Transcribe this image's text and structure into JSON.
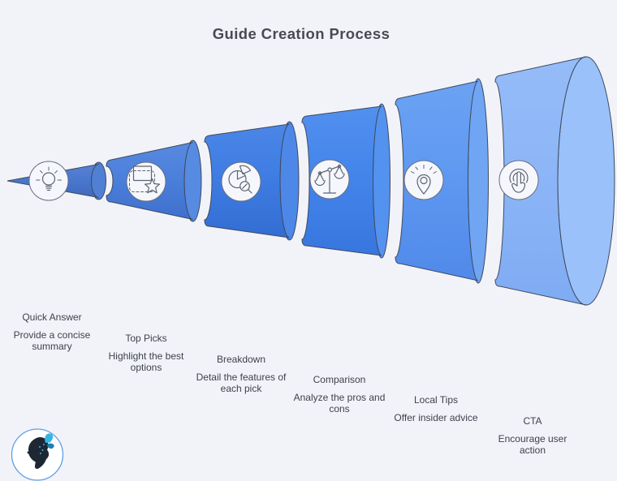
{
  "title": "Guide Creation Process",
  "stages": [
    {
      "name": "Quick Answer",
      "description": "Provide a concise summary",
      "icon": "lightbulb-icon",
      "colors": {
        "top": "#5681d5",
        "mid": "#4b78cf",
        "bottom": "#3e69bd",
        "cap": "#5080d4"
      }
    },
    {
      "name": "Top Picks",
      "description": "Highlight the best options",
      "icon": "shapes-star-icon",
      "colors": {
        "top": "#5889e0",
        "mid": "#4c80db",
        "bottom": "#3e6fcc",
        "cap": "#578ae1"
      }
    },
    {
      "name": "Breakdown",
      "description": "Detail the features of each pick",
      "icon": "pie-chart-magnifier-icon",
      "colors": {
        "top": "#4b86e7",
        "mid": "#3f7de3",
        "bottom": "#336dd2",
        "cap": "#4d88e8"
      }
    },
    {
      "name": "Comparison",
      "description": "Analyze the pros and cons",
      "icon": "balance-scale-icon",
      "colors": {
        "top": "#5290ef",
        "mid": "#4485eb",
        "bottom": "#3776de",
        "cap": "#5492f0"
      }
    },
    {
      "name": "Local Tips",
      "description": "Offer insider advice",
      "icon": "location-pin-icon",
      "colors": {
        "top": "#6ba2f3",
        "mid": "#5f99f1",
        "bottom": "#5089e9",
        "cap": "#70a5f4"
      }
    },
    {
      "name": "CTA",
      "description": "Encourage user action",
      "icon": "tap-icon",
      "colors": {
        "top": "#95bcf8",
        "mid": "#8db6f7",
        "bottom": "#7fabf3",
        "cap": "#9ac1f9"
      }
    }
  ],
  "colors": {
    "background": "#f2f3f8",
    "outline": "#3f4a5f",
    "title_text": "#494a52",
    "label_text": "#3e424c",
    "icon_bg": "#f6f7fc",
    "icon_ring": "#666e7e",
    "icon_glyph": "#5d6472",
    "logo_ring": "#5f9ee6",
    "logo_silhouette": "#1e2734",
    "logo_butterfly_upper": "#35b5e3",
    "logo_butterfly_lower": "#1f7fb0"
  }
}
